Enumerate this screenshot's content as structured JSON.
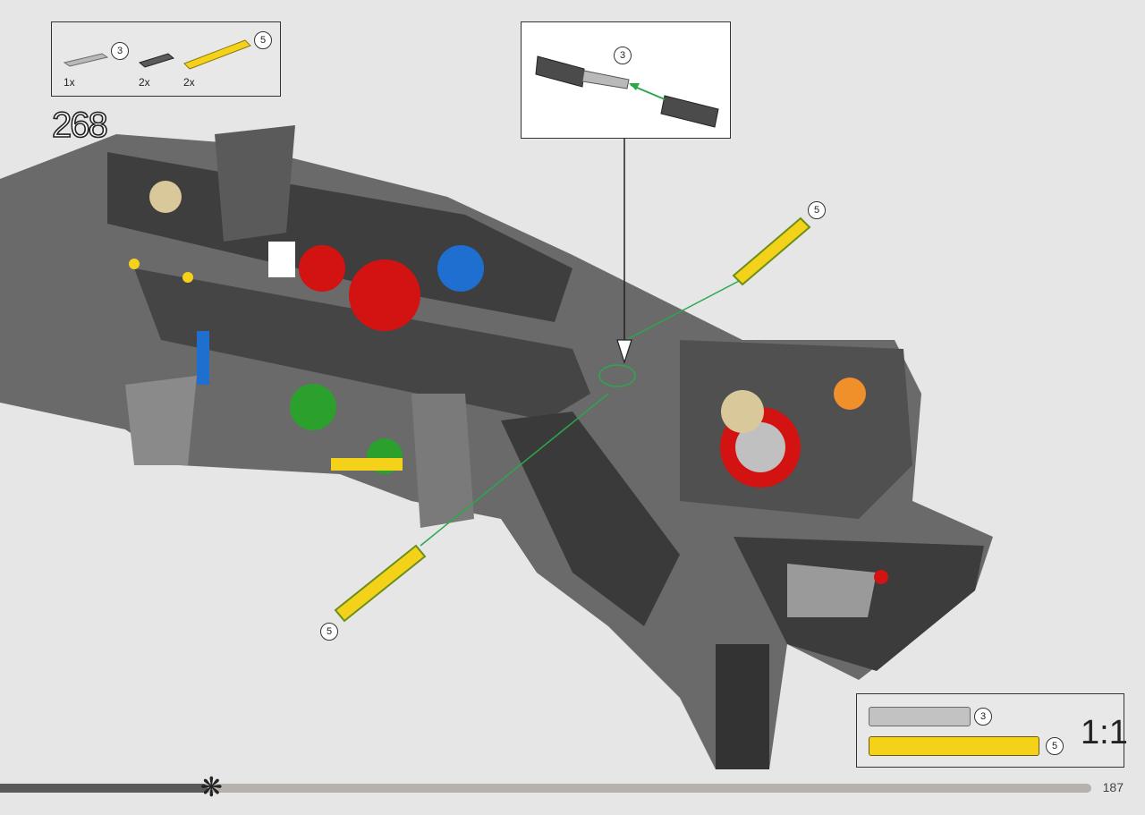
{
  "parts_list": {
    "items": [
      {
        "name": "axle-light-gray",
        "length_badge": "3",
        "quantity": "1x"
      },
      {
        "name": "axle-dark-gray",
        "length_badge": "",
        "quantity": "2x"
      },
      {
        "name": "axle-yellow",
        "length_badge": "5",
        "quantity": "2x"
      }
    ]
  },
  "step": {
    "number": "268"
  },
  "callout": {
    "length_badge": "3"
  },
  "main": {
    "axle_upper_badge": "5",
    "axle_lower_badge": "5"
  },
  "scale_box": {
    "gray_badge": "3",
    "yellow_badge": "5",
    "scale_label": "1:1"
  },
  "footer": {
    "page_number": "187",
    "progress": 0.19
  },
  "colors": {
    "axle_yellow": "#f5d21a",
    "axle_gray": "#b9b9b9",
    "dark_gray_part": "#4b4b4b",
    "red_part": "#d31212",
    "blue_part": "#1f6fd0",
    "green_part": "#2ca02c",
    "guide_green": "#2aa84a",
    "background": "#e6e6e6"
  },
  "icons": {
    "progress_marker": "gear-marker-icon"
  }
}
